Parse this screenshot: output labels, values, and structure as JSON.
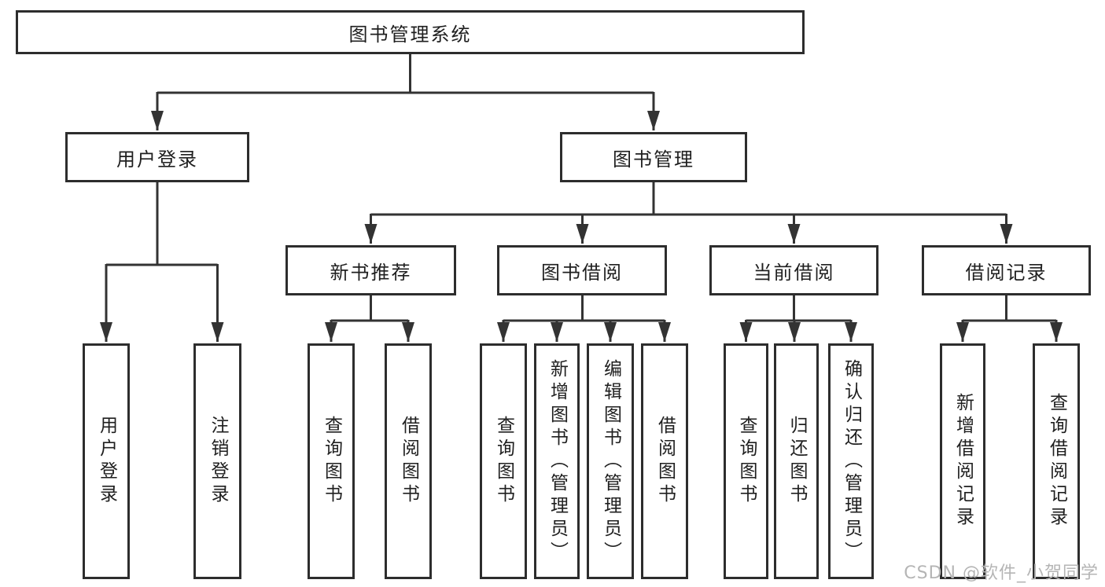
{
  "diagram": {
    "root": {
      "label": "图书管理系统"
    },
    "level2": {
      "user_login": {
        "label": "用户登录"
      },
      "book_mgmt": {
        "label": "图书管理"
      }
    },
    "level3": {
      "new_book": {
        "label": "新书推荐"
      },
      "book_borrow": {
        "label": "图书借阅"
      },
      "current_borrow": {
        "label": "当前借阅"
      },
      "borrow_record": {
        "label": "借阅记录"
      }
    },
    "leaves": {
      "user_login": [
        {
          "label": "用户登录"
        },
        {
          "label": "注销登录"
        }
      ],
      "new_book": [
        {
          "label": "查询图书"
        },
        {
          "label": "借阅图书"
        }
      ],
      "book_borrow": [
        {
          "label": "查询图书"
        },
        {
          "label": "新增图书（管理员）"
        },
        {
          "label": "编辑图书（管理员）"
        },
        {
          "label": "借阅图书"
        }
      ],
      "current_borrow": [
        {
          "label": "查询图书"
        },
        {
          "label": "归还图书"
        },
        {
          "label": "确认归还（管理员）"
        }
      ],
      "borrow_record": [
        {
          "label": "新增借阅记录"
        },
        {
          "label": "查询借阅记录"
        }
      ]
    },
    "colors": {
      "line": "#333333",
      "border": "#2d2d2d",
      "text": "#1f1f1f",
      "background": "#ffffff",
      "watermark": "#b5b5b5"
    }
  },
  "watermark": {
    "text": "CSDN @软件_小贺同学"
  }
}
